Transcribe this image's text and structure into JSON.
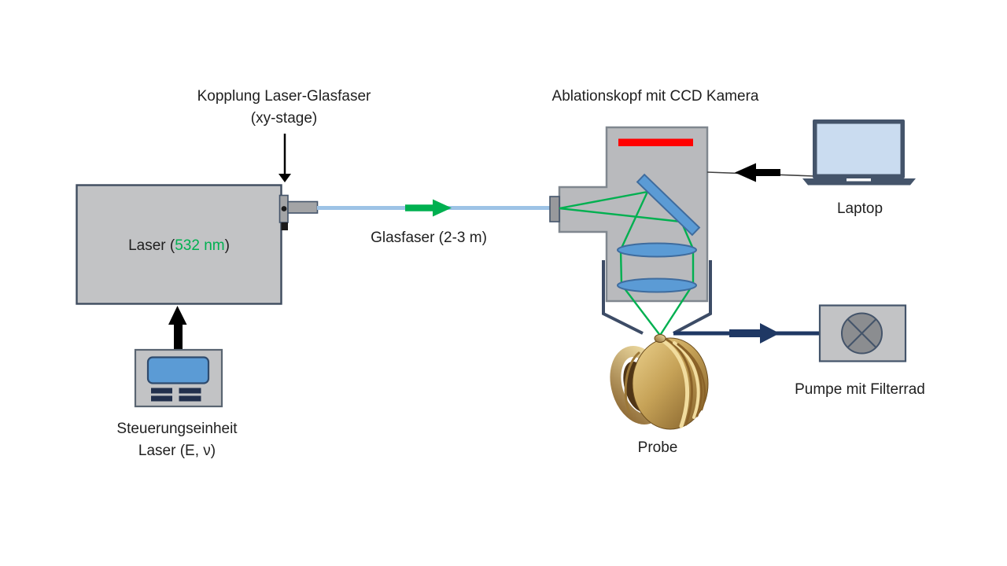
{
  "diagram": {
    "labels": {
      "coupling_line1": "Kopplung Laser-Glasfaser",
      "coupling_line2": "(xy-stage)",
      "ablation_head": "Ablationskopf mit CCD Kamera",
      "laptop": "Laptop",
      "laser_prefix": "Laser (",
      "laser_wavelength": "532 nm",
      "laser_suffix": ")",
      "fiber": "Glasfaser (2-3 m)",
      "pump": "Pumpe mit Filterrad",
      "sample": "Probe",
      "control_line1": "Steuerungseinheit",
      "control_line2": "Laser (E, ν)"
    },
    "colors": {
      "beam_green": "#00b050",
      "fiber_blue": "#9dc3e6",
      "optic_blue_fill": "#5b9bd5",
      "optic_blue_border": "#3f6c9e",
      "ccd_red": "#ff0000",
      "pump_navy": "#1f3864",
      "box_gray_fill": "#c2c3c5",
      "head_gray_fill": "#b9babd",
      "slate_border": "#44546a",
      "funnel_slate": "#3d4c66",
      "arrow_black": "#000000",
      "sample_gold": "#c9a65a"
    }
  }
}
